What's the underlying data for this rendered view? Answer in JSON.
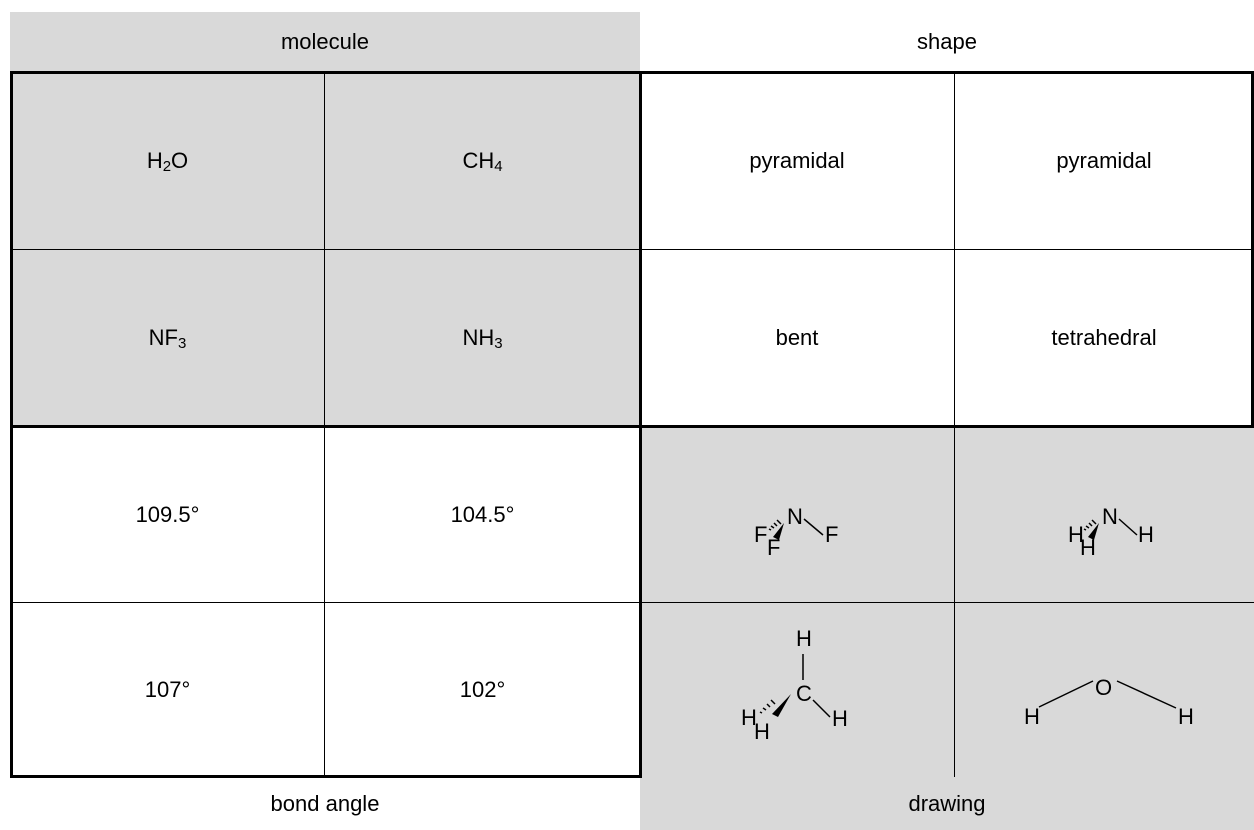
{
  "headers": {
    "molecule": "molecule",
    "shape": "shape",
    "bond_angle": "bond angle",
    "drawing": "drawing"
  },
  "molecules": [
    {
      "base": "H",
      "sub": "2",
      "tail": "O"
    },
    {
      "base": "CH",
      "sub": "4",
      "tail": ""
    },
    {
      "base": "NF",
      "sub": "3",
      "tail": ""
    },
    {
      "base": "NH",
      "sub": "3",
      "tail": ""
    }
  ],
  "shapes": [
    "pyramidal",
    "pyramidal",
    "bent",
    "tetrahedral"
  ],
  "angles": [
    "109.5°",
    "104.5°",
    "107°",
    "102°"
  ],
  "drawings": {
    "nf3": {
      "center": "N",
      "a": "F",
      "b": "F",
      "c": "F"
    },
    "nh3": {
      "center": "N",
      "a": "H",
      "b": "H",
      "c": "H"
    },
    "ch4": {
      "center": "C",
      "top": "H",
      "a": "H",
      "b": "H",
      "c": "H"
    },
    "h2o": {
      "center": "O",
      "left": "H",
      "right": "H"
    }
  },
  "colors": {
    "gray_fill": "#d9d9d9",
    "line": "#000000"
  }
}
